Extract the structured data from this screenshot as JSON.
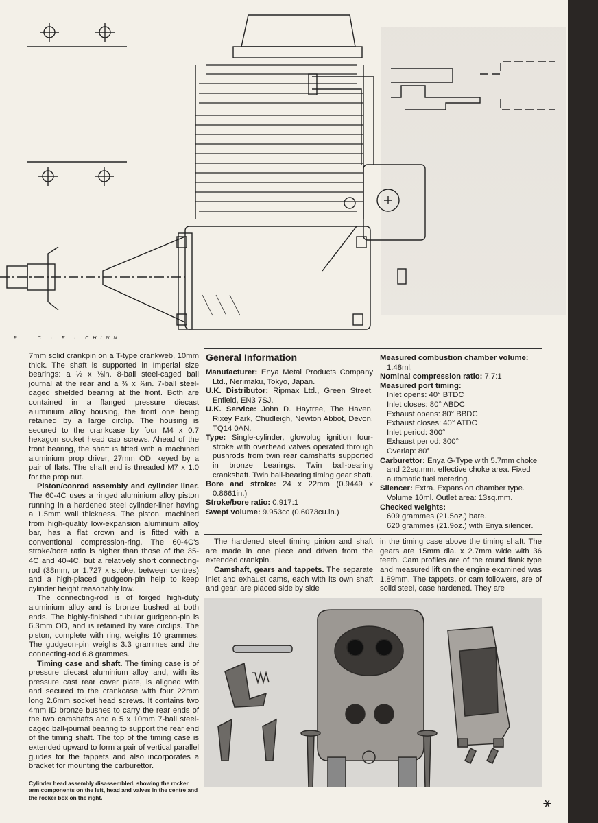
{
  "drawing": {
    "credit": "P · C · F · CHINN"
  },
  "left_column": {
    "p1": "7mm solid crankpin on a T-type crankweb, 10mm thick. The shaft is supported in Imperial size bearings: a ½ x ⅛in. 8-ball steel-caged ball journal at the rear and a ⅜ x ⅞in. 7-ball steel-caged shielded bearing at the front. Both are contained in a flanged pressure diecast aluminium alloy housing, the front one being retained by a large circlip. The housing is secured to the crankcase by four M4 x 0.7 hexagon socket head cap screws. Ahead of the front bearing, the shaft is fitted with a machined aluminium prop driver, 27mm OD, keyed by a pair of flats. The shaft end is threaded M7 x 1.0 for the prop nut.",
    "h2": "Piston/conrod assembly and cylinder liner.",
    "p2": " The 60-4C uses a ringed aluminium alloy piston running in a hardened steel cylinder-liner having a 1.5mm wall thickness. The piston, machined from high-quality low-expansion aluminium alloy bar, has a flat crown and is fitted with a conventional compression-ring. The 60-4C's stroke/bore ratio is higher than those of the 35-4C and 40-4C, but a relatively short connecting-rod (38mm, or 1.727 x stroke, between centres) and a high-placed gudgeon-pin help to keep cylinder height reasonably low.",
    "p3": "The connecting-rod is of forged high-duty aluminium alloy and is bronze bushed at both ends. The highly-finished tubular gudgeon-pin is 6.3mm OD, and is retained by wire circlips. The piston, complete with ring, weighs 10 grammes. The gudgeon-pin weighs 3.3 grammes and the connecting-rod 6.8 grammes.",
    "h4": "Timing case and shaft.",
    "p4": " The timing case is of pressure diecast aluminium alloy and, with its pressure cast rear cover plate, is aligned with and secured to the crankcase with four 22mm long 2.6mm socket head screws. It contains two 4mm ID bronze bushes to carry the rear ends of the two camshafts and a 5 x 10mm 7-ball steel-caged ball-journal bearing to support the rear end of the timing shaft. The top of the timing case is extended upward to form a pair of vertical parallel guides for the tappets and also incorporates a bracket for mounting the carburettor.",
    "caption": "Cylinder head assembly disassembled, showing the rocker arm components on the left, head and valves in the centre and the rocker box on the right."
  },
  "general_info": {
    "title": "General Information",
    "items": [
      {
        "label": "Manufacturer:",
        "value": " Enya Metal Products Company Ltd., Nerimaku, Tokyo, Japan."
      },
      {
        "label": "U.K. Distributor:",
        "value": " Ripmax Ltd., Green Street, Enfield, EN3 7SJ."
      },
      {
        "label": "U.K. Service:",
        "value": " John D. Haytree, The Haven, Rixey Park, Chudleigh, Newton Abbot, Devon. TQ14 0AN."
      },
      {
        "label": "Type:",
        "value": " Single-cylinder, glowplug ignition four-stroke with overhead valves operated through pushrods from twin rear camshafts supported in bronze bearings. Twin ball-bearing crankshaft. Twin ball-bearing timing gear shaft."
      },
      {
        "label": "Bore and stroke:",
        "value": " 24 x 22mm (0.9449 x 0.8661in.)"
      },
      {
        "label": "Stroke/bore ratio:",
        "value": " 0.917:1"
      },
      {
        "label": "Swept volume:",
        "value": " 9.953cc (0.6073cu.in.)"
      }
    ],
    "right_items": [
      {
        "label": "Measured combustion chamber volume:",
        "value": " 1.48ml."
      },
      {
        "label": "Nominal compression ratio:",
        "value": " 7.7:1"
      },
      {
        "label": "Measured port timing:",
        "value": ""
      },
      {
        "label": "Carburettor:",
        "value": " Enya G-Type with 5.7mm choke and 22sq.mm. effective choke area. Fixed automatic fuel metering."
      },
      {
        "label": "Silencer:",
        "value": " Extra. Expansion chamber type. Volume 10ml. Outlet area: 13sq.mm."
      },
      {
        "label": "Checked weights:",
        "value": ""
      }
    ],
    "port_timing": [
      "Inlet opens: 40° BTDC",
      "Inlet closes: 80° ABDC",
      "Exhaust opens: 80° BBDC",
      "Exhaust closes: 40° ATDC",
      "Inlet period: 300°",
      "Exhaust period: 300°",
      "Overlap: 80°"
    ],
    "weights": [
      "609 grammes (21.5oz.) bare.",
      "620 grammes (21.9oz.) with Enya silencer."
    ]
  },
  "middle_column": {
    "p1": "The hardened steel timing pinion and shaft are made in one piece and driven from the extended crankpin.",
    "h2": "Camshaft, gears and tappets.",
    "p2": " The separate inlet and exhaust cams, each with its own shaft and gear, are placed side by side"
  },
  "right_column": {
    "p1": "in the timing case above the timing shaft. The gears are 15mm dia. x 2.7mm wide with 36 teeth. Cam profiles are of the round flank type and measured lift on the engine examined was 1.89mm. The tappets, or cam followers, are of solid steel, case hardened. They are"
  },
  "page_mark": "⚹"
}
